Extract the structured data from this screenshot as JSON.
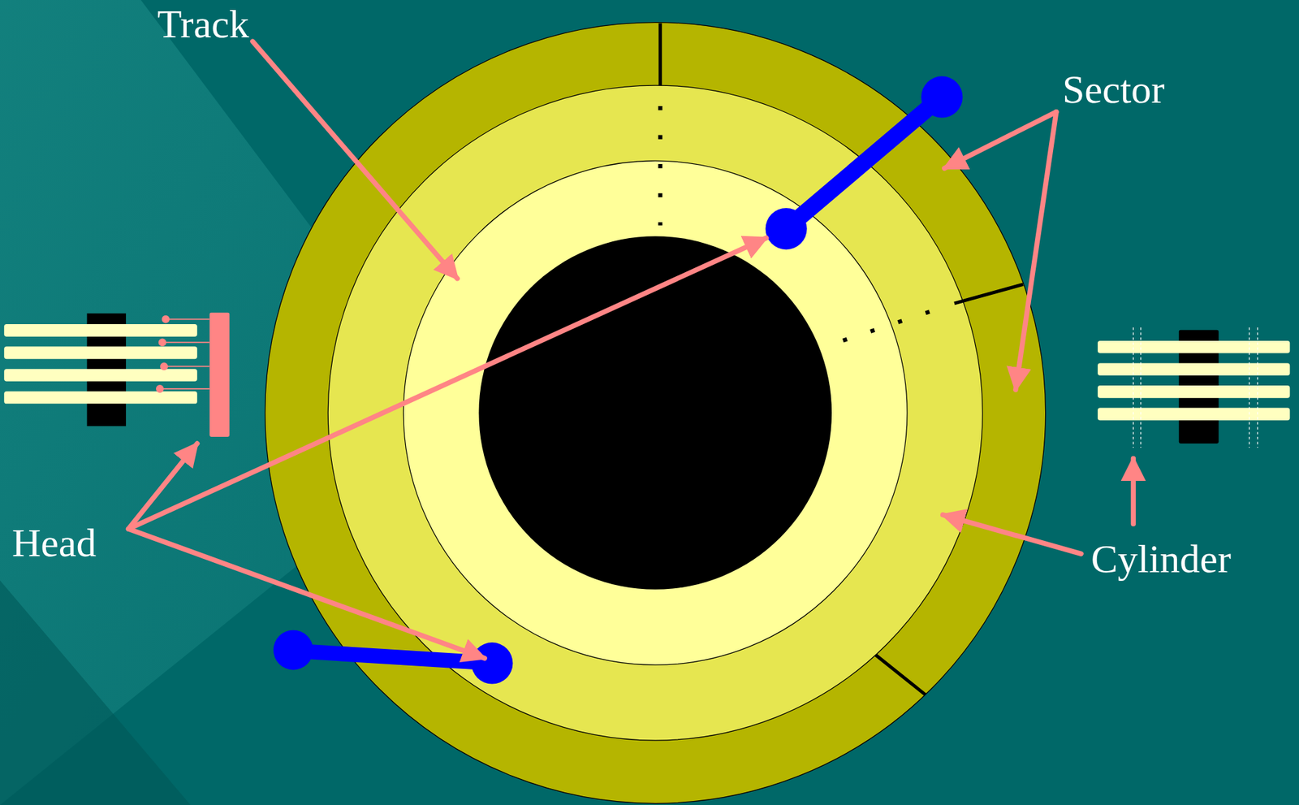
{
  "diagram": {
    "labels": [
      "Track",
      "Sector",
      "Head",
      "Cylinder"
    ]
  }
}
